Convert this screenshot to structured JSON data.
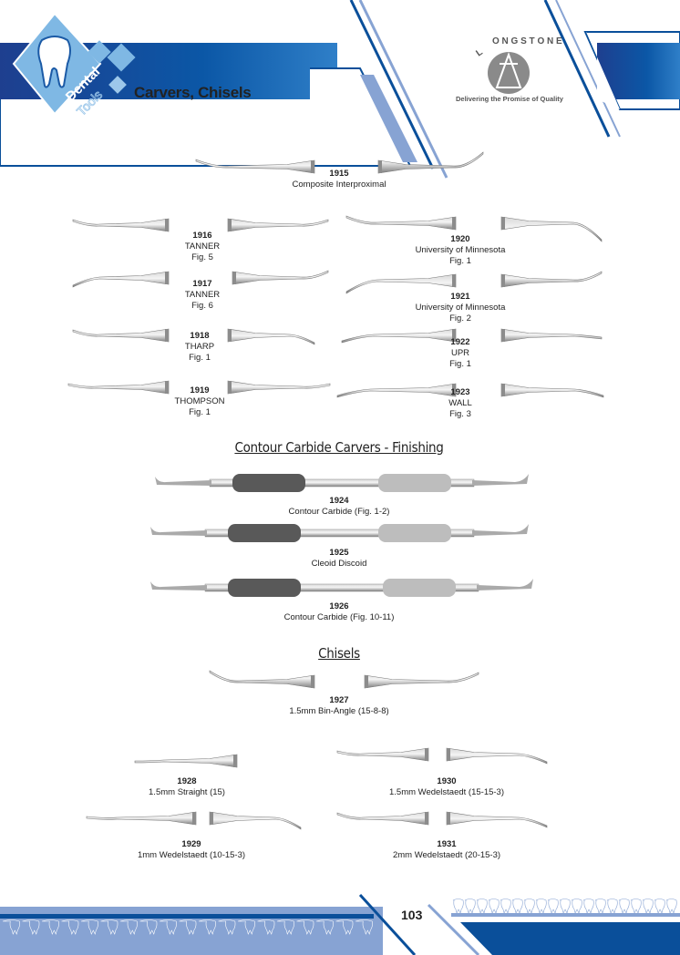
{
  "header": {
    "section_title": "Carvers, Chisels",
    "brand_logo_text": "Dental Tools",
    "company_logo_text": "LONG STONE",
    "tagline": "Delivering the Promise of Quality"
  },
  "carvers": [
    {
      "code": "1915",
      "lines": [
        "Composite Interproximal"
      ]
    },
    {
      "code": "1916",
      "lines": [
        "TANNER",
        "Fig. 5"
      ]
    },
    {
      "code": "1917",
      "lines": [
        "TANNER",
        "Fig. 6"
      ]
    },
    {
      "code": "1918",
      "lines": [
        "THARP",
        "Fig. 1"
      ]
    },
    {
      "code": "1919",
      "lines": [
        "THOMPSON",
        "Fig. 1"
      ]
    },
    {
      "code": "1920",
      "lines": [
        "University of Minnesota",
        "Fig. 1"
      ]
    },
    {
      "code": "1921",
      "lines": [
        "University of Minnesota",
        "Fig. 2"
      ]
    },
    {
      "code": "1922",
      "lines": [
        "UPR",
        "Fig. 1"
      ]
    },
    {
      "code": "1923",
      "lines": [
        "WALL",
        "Fig. 3"
      ]
    }
  ],
  "carbide_section": {
    "heading": "Contour Carbide Carvers - Finishing",
    "items": [
      {
        "code": "1924",
        "lines": [
          "Contour Carbide (Fig. 1-2)"
        ]
      },
      {
        "code": "1925",
        "lines": [
          "Cleoid Discoid"
        ]
      },
      {
        "code": "1926",
        "lines": [
          "Contour Carbide (Fig. 10-11)"
        ]
      }
    ]
  },
  "chisels_section": {
    "heading": "Chisels",
    "items": [
      {
        "code": "1927",
        "lines": [
          "1.5mm Bin-Angle (15-8-8)"
        ]
      },
      {
        "code": "1928",
        "lines": [
          "1.5mm Straight (15)"
        ]
      },
      {
        "code": "1929",
        "lines": [
          "1mm Wedelstaedt (10-15-3)"
        ]
      },
      {
        "code": "1930",
        "lines": [
          "1.5mm Wedelstaedt (15-15-3)"
        ]
      },
      {
        "code": "1931",
        "lines": [
          "2mm Wedelstaedt (20-15-3)"
        ]
      }
    ]
  },
  "footer": {
    "page_number": "103"
  },
  "colors": {
    "dark_blue": "#0a4f9a",
    "light_blue": "#87a3d3",
    "steel": "#9a9a9a",
    "handle_dark": "#5a5a5a",
    "handle_light": "#bdbdbd"
  }
}
